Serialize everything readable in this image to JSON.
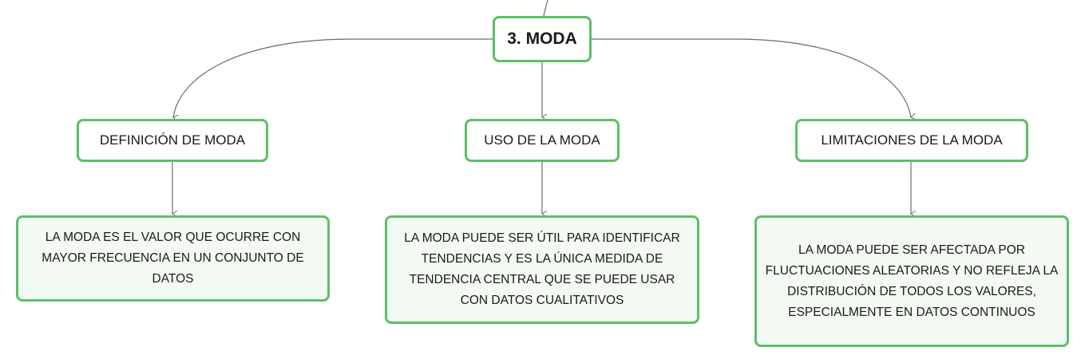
{
  "diagram": {
    "root": {
      "label": "3. MODA"
    },
    "branches": [
      {
        "label": "DEFINICIÓN DE MODA",
        "detail": "LA MODA ES EL VALOR QUE OCURRE CON MAYOR FRECUENCIA EN UN CONJUNTO DE DATOS"
      },
      {
        "label": "USO DE LA MODA",
        "detail": "LA MODA PUEDE SER ÚTIL PARA IDENTIFICAR TENDENCIAS Y ES LA ÚNICA MEDIDA DE TENDENCIA CENTRAL QUE SE PUEDE USAR CON DATOS CUALITATIVOS"
      },
      {
        "label": "LIMITACIONES DE LA MODA",
        "detail": "LA MODA PUEDE SER AFECTADA POR FLUCTUACIONES ALEATORIAS Y NO REFLEJA LA DISTRIBUCIÓN DE TODOS LOS VALORES, ESPECIALMENTE EN DATOS CONTINUOS"
      }
    ],
    "colors": {
      "node_border": "#5cbf6a",
      "leaf_fill": "#f3faf3",
      "connector": "#6b6b6b"
    }
  }
}
